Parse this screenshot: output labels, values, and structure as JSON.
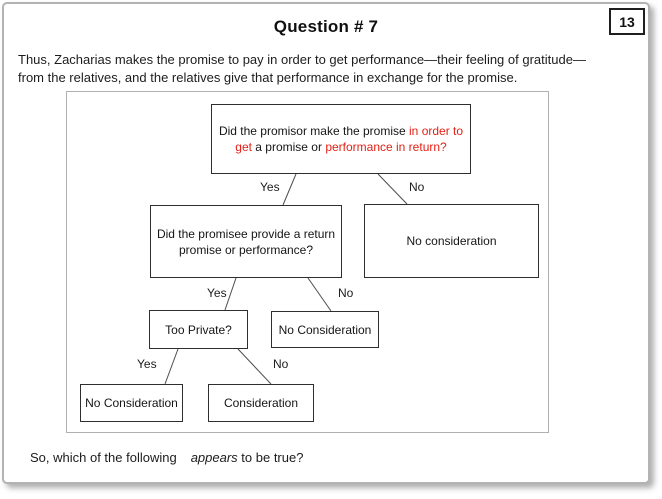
{
  "window": {
    "title": "Question # 7",
    "page_number": "13"
  },
  "intro": {
    "lines": [
      "Thus, Zacharias makes the promise to pay in order to get performance—their feeling of gratitude—",
      "from the relatives, and the relatives give that performance in exchange for the promise."
    ]
  },
  "flowchart": {
    "root_box": {
      "line1_black": "Did the promisor make the promise ",
      "line1_red": "in order to",
      "line2_red_a": "get",
      "line2_black": " a promise or ",
      "line2_red_b": "performance in return?"
    },
    "boxes": {
      "promisee_question": {
        "line1": "Did the promisee provide a return",
        "line2": "promise or performance?"
      },
      "no_consideration_top": "No consideration",
      "too_private": "Too Private?",
      "no_consideration_mid": "No Consideration",
      "no_consideration_bottom": "No Consideration",
      "consideration": "Consideration"
    },
    "edges": {
      "root_yes": "Yes",
      "root_no": "No",
      "promisee_yes": "Yes",
      "promisee_no": "No",
      "private_yes": "Yes",
      "private_no": "No"
    }
  },
  "footer": {
    "prefix": "So, which of the following",
    "emphasis": "appears",
    "suffix": " to be true?"
  },
  "colors": {
    "accent_red": "#e32015",
    "text": "#1c1c1c",
    "node_border": "#2e2e2e",
    "container_border": "#b0b0b0",
    "frame_border": "#b3b3b3"
  }
}
